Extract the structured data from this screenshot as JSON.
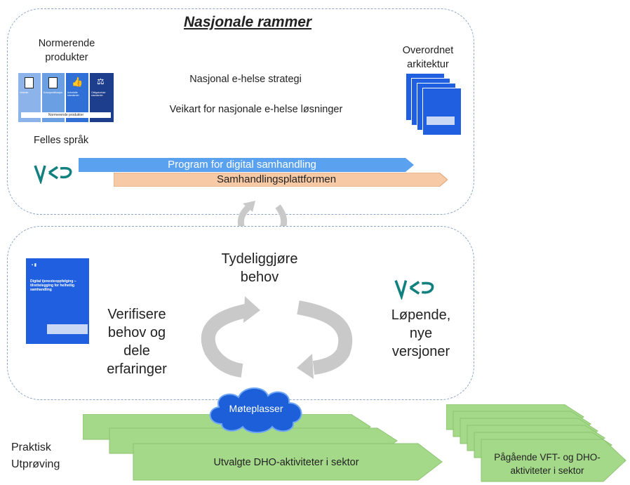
{
  "national": {
    "title": "Nasjonale rammer",
    "normative_products_label": "Normerende\nprodukter",
    "normative_strip": {
      "cards": [
        "Veileder",
        "Kravspesifikasjon",
        "Anbefalte standarder",
        "Obligatoriske standarder"
      ],
      "footer": "Normerende produkter"
    },
    "strategy_text": "Nasjonal e-helse strategi",
    "roadmap_text": "Veikart for nasjonale e-helse løsninger",
    "architecture_label": "Overordnet\narkitektur",
    "common_language_label": "Felles språk",
    "program_arrow": "Program for digital samhandling",
    "platform_arrow": "Samhandlingsplattformen"
  },
  "cycle": {
    "clarify_needs": "Tydeliggjøre\nbehov",
    "verify_share": "Verifisere\nbehov og\ndele\nerfaringer",
    "continuous_versions": "Løpende,\nnye\nversjoner",
    "report_cover_title": "Digital tjenesteoppfølging – tilrettelegging for helhetlig samhandling",
    "logo_text": "VKP"
  },
  "bottom": {
    "meeting_places": "Møteplasser",
    "practical_testing": "Praktisk\nUtprøving",
    "selected_activities": "Utvalgte DHO-aktiviteter i sektor",
    "ongoing_activities": "Pågående VFT- og DHO-\naktiviteter i sektor"
  },
  "colors": {
    "panel_border": "#8ea6c8",
    "program_arrow": "#5aa2ef",
    "platform_arrow": "#f7c9a5",
    "activity_arrow": "#a5d98a",
    "cloud": "#1c5fd8",
    "cycle_arrow": "#c9c9c9",
    "logo": "#11807f",
    "doc_blue": "#1f5fe0"
  }
}
